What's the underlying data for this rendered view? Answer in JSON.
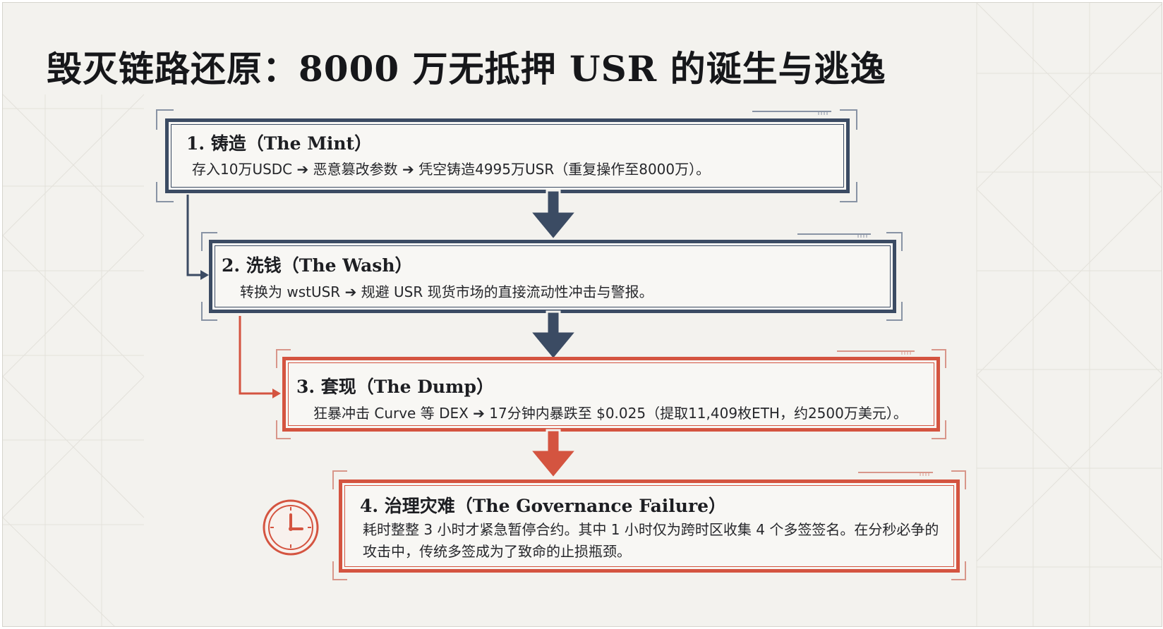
{
  "title": "毁灭链路还原：8000 万无抵押 USR 的诞生与逃逸",
  "steps": [
    {
      "title": "1. 铸造（The Mint）",
      "desc": "存入10万USDC ➔ 恶意篡改参数 ➔ 凭空铸造4995万USR（重复操作至8000万）。",
      "color": "#3b4b63"
    },
    {
      "title": "2. 洗钱（The Wash）",
      "desc": "转换为 wstUSR ➔ 规避 USR 现货市场的直接流动性冲击与警报。",
      "color": "#3b4b63"
    },
    {
      "title": "3. 套现（The Dump）",
      "desc": "狂暴冲击 Curve 等 DEX ➔ 17分钟内暴跌至 $0.025（提取11,409枚ETH，约2500万美元）。",
      "color": "#d45440"
    },
    {
      "title": "4. 治理灾难（The Governance Failure）",
      "desc": "耗时整整 3 小时才紧急暂停合约。其中 1 小时仅为跨时区收集 4 个多签签名。在分秒必争的攻击中，传统多签成为了致命的止损瓶颈。",
      "color": "#d45440",
      "icon": "clock-icon"
    }
  ],
  "colors": {
    "blue": "#3b4b63",
    "red": "#d45440",
    "background": "#f3f2ee"
  }
}
